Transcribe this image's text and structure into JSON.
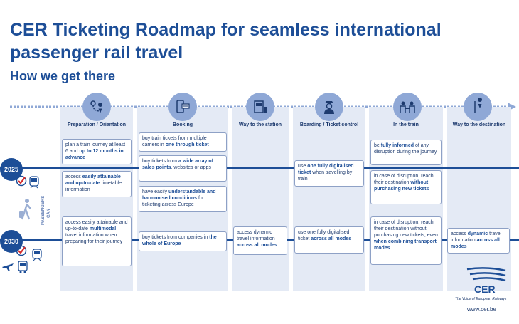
{
  "title": "CER Ticketing Roadmap for seamless international passenger rail travel",
  "subtitle": "How we get there",
  "stages": [
    {
      "label": "Preparation / Orientation",
      "icon": "route-pin-icon"
    },
    {
      "label": "Booking",
      "icon": "phone-ticket-icon"
    },
    {
      "label": "Way to the station",
      "icon": "ticket-machine-icon"
    },
    {
      "label": "Boarding / Ticket control",
      "icon": "conductor-icon"
    },
    {
      "label": "In the train",
      "icon": "passengers-seated-icon"
    },
    {
      "label": "Way to the destination",
      "icon": "destination-flag-icon"
    }
  ],
  "years": [
    "2025",
    "2030"
  ],
  "side_label": {
    "line1": "PASSENGERS",
    "line2": "CAN"
  },
  "boxes": {
    "prep_1_a": "plan a train journey at least 6 and ",
    "prep_1_b": "up to 12 months in advance",
    "prep_2_a": "access ",
    "prep_2_b": "easily attainable and up-to-date",
    "prep_2_c": " timetable information",
    "prep_3_a": "access easily attainable and up-to-date ",
    "prep_3_b": "multimodal",
    "prep_3_c": " travel information when preparing for their journey",
    "book_1_a": "buy train tickets from multiple carriers in ",
    "book_1_b": "one through ticket",
    "book_2_a": "buy tickets from ",
    "book_2_b": "a wide array of sales points",
    "book_2_c": ", websites or apps",
    "book_3_a": "have easily ",
    "book_3_b": "understandable and harmonised conditions",
    "book_3_c": " for ticketing across Europe",
    "book_4_a": "buy tickets from companies in ",
    "book_4_b": "the whole of Europe",
    "way_1_a": "access dynamic travel information ",
    "way_1_b": "across all modes",
    "board_1_a": "use ",
    "board_1_b": "one fully digitalised ticket",
    "board_1_c": " when travelling by train",
    "board_2_a": "use one fully digitalised ticket ",
    "board_2_b": "across all modes",
    "train_1_a": "be ",
    "train_1_b": "fully informed",
    "train_1_c": " of any disruption during the journey",
    "train_2_a": "in case of disruption, reach their destination ",
    "train_2_b": "without purchasing new tickets",
    "train_3_a": "in case of disruption, reach their destination without purchasing new tickets, even ",
    "train_3_b": "when combining transport modes",
    "dest_1_a": "access ",
    "dest_1_b": "dynamic",
    "dest_1_c": " travel information ",
    "dest_1_d": "across all modes"
  },
  "logo": {
    "name": "CER",
    "tagline": "The Voice of European Railways",
    "url": "www.cer.be"
  },
  "colors": {
    "primary": "#1d4e97",
    "column": "#e4eaf5",
    "icon_bg": "#8fa8d6",
    "check": "#d52b2b"
  }
}
